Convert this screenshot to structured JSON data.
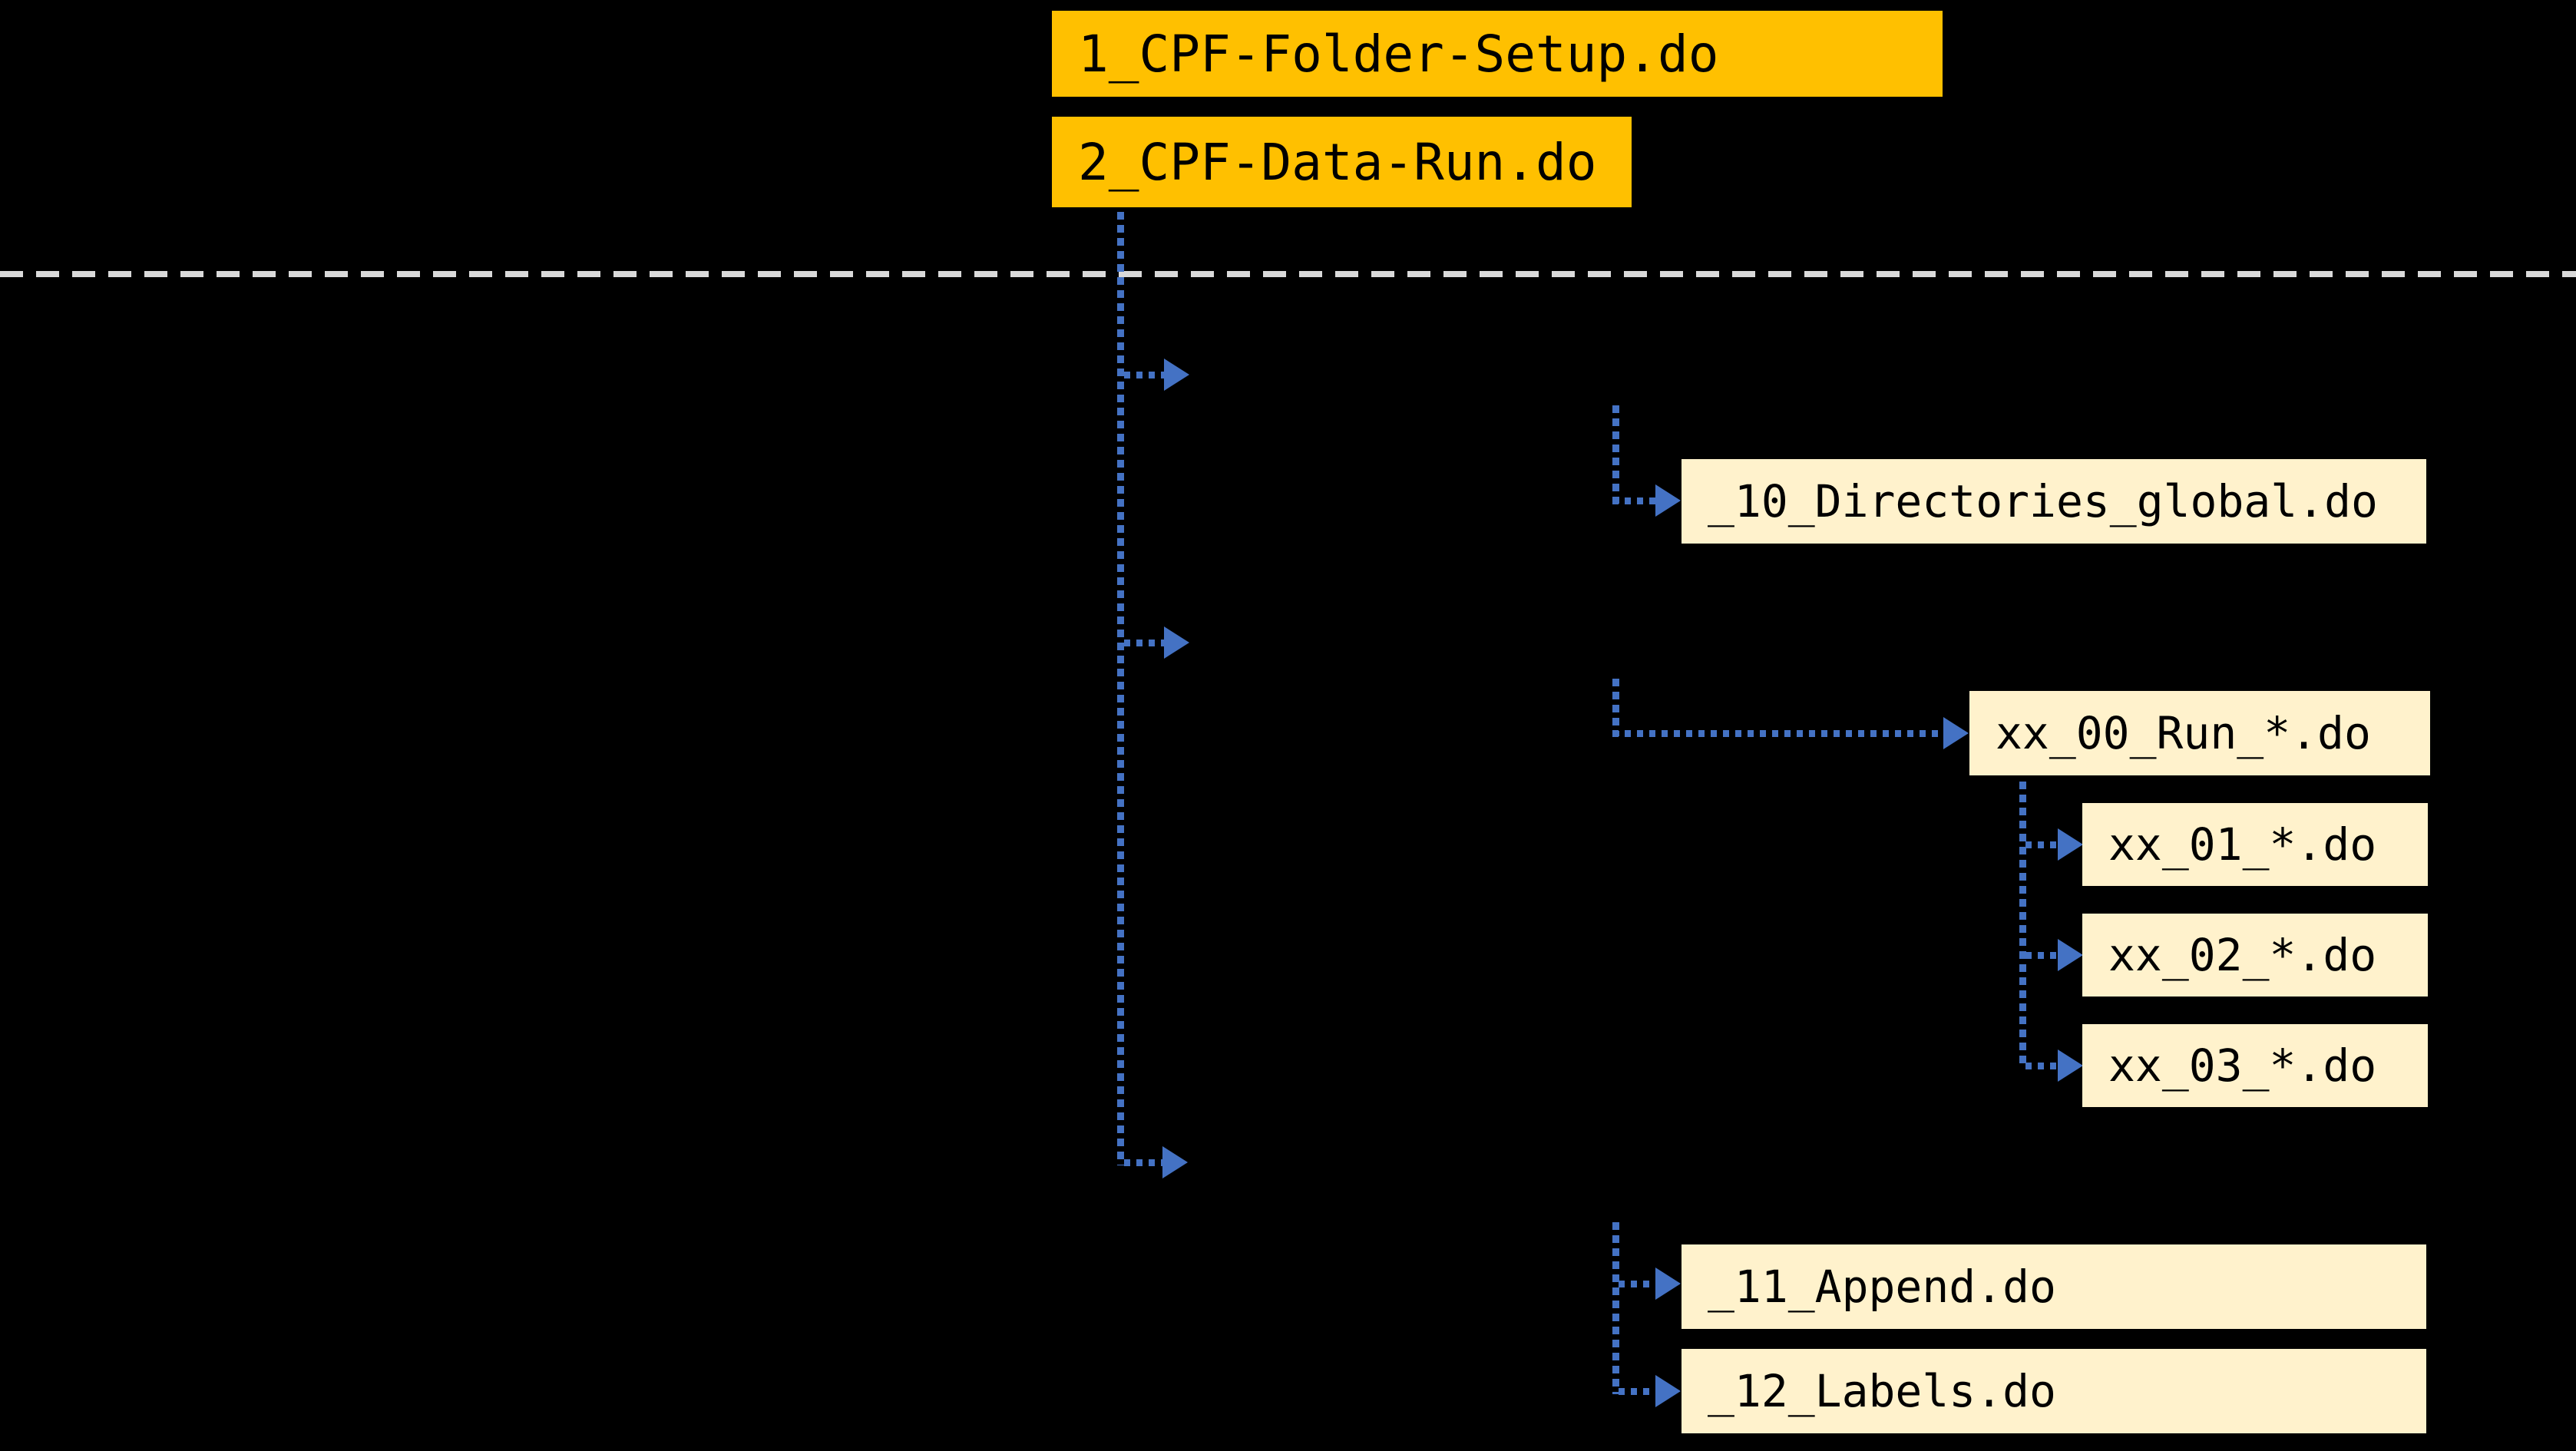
{
  "colors": {
    "background": "#000000",
    "primary_box_fill": "#FFC000",
    "secondary_box_fill": "#FFF2CC",
    "connector_blue": "#4472C4",
    "divider_gray": "#D9D9D9",
    "box_text": "#000000"
  },
  "primary_boxes": [
    {
      "label": "1_CPF-Folder-Setup.do"
    },
    {
      "label": "2_CPF-Data-Run.do"
    }
  ],
  "secondary_boxes": [
    {
      "label": "_10_Directories_global.do"
    },
    {
      "label": "xx_00_Run_*.do"
    },
    {
      "label": "xx_01_*.do"
    },
    {
      "label": "xx_02_*.do"
    },
    {
      "label": "xx_03_*.do"
    },
    {
      "label": "_11_Append.do"
    },
    {
      "label": "_12_Labels.do"
    }
  ]
}
